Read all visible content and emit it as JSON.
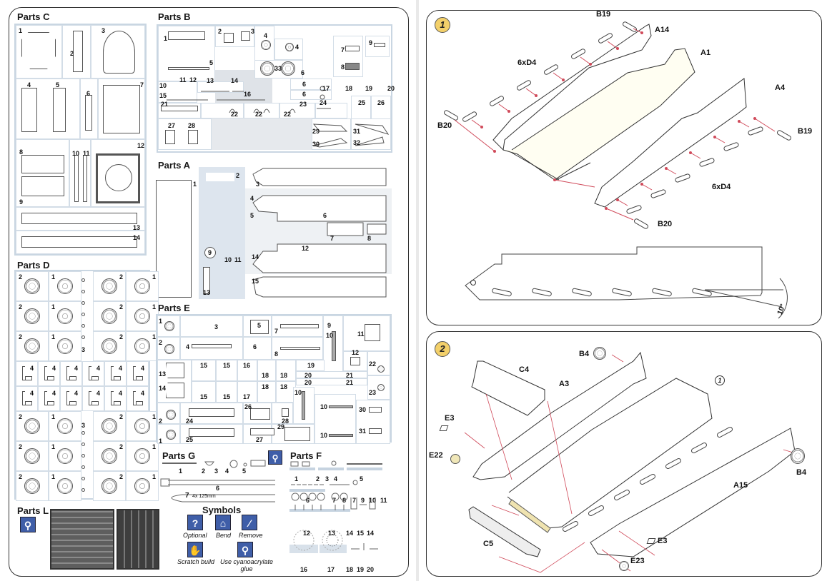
{
  "left_page": {
    "parts_c": {
      "title": "Parts C",
      "numbers": [
        "1",
        "2",
        "3",
        "4",
        "5",
        "6",
        "7",
        "8",
        "9",
        "10",
        "11",
        "12",
        "13",
        "14"
      ]
    },
    "parts_b": {
      "title": "Parts B",
      "numbers": [
        "1",
        "2",
        "3",
        "4",
        "4",
        "5",
        "33",
        "6",
        "6",
        "6",
        "7",
        "8",
        "9",
        "10",
        "11",
        "12",
        "13",
        "14",
        "15",
        "16",
        "17",
        "18",
        "19",
        "20",
        "21",
        "22",
        "22",
        "22",
        "23",
        "24",
        "25",
        "26",
        "27",
        "28",
        "29",
        "30",
        "31",
        "32"
      ]
    },
    "parts_a": {
      "title": "Parts A",
      "numbers": [
        "1",
        "2",
        "3",
        "4",
        "5",
        "6",
        "7",
        "8",
        "9",
        "10",
        "11",
        "12",
        "13",
        "14",
        "15"
      ]
    },
    "parts_d": {
      "title": "Parts D",
      "wheel_rows": [
        [
          "2",
          "1",
          "2",
          "1"
        ],
        [
          "2",
          "1",
          "2",
          "1"
        ],
        [
          "2",
          "1",
          "2",
          "1"
        ],
        [
          "2",
          "1",
          "2",
          "1"
        ],
        [
          "2",
          "1",
          "2",
          "1"
        ],
        [
          "2",
          "1",
          "2",
          "1"
        ]
      ],
      "bracket_label": "4",
      "stud_label": "3"
    },
    "parts_e": {
      "title": "Parts E",
      "numbers": [
        "1",
        "2",
        "3",
        "4",
        "5",
        "6",
        "7",
        "8",
        "9",
        "10",
        "11",
        "12",
        "13",
        "14",
        "15",
        "15",
        "15",
        "15",
        "16",
        "17",
        "18",
        "18",
        "18",
        "18",
        "19",
        "20",
        "20",
        "21",
        "21",
        "22",
        "23",
        "24",
        "25",
        "26",
        "27",
        "28",
        "29",
        "30",
        "31",
        "10",
        "10",
        "10",
        "1",
        "2"
      ]
    },
    "parts_g": {
      "title": "Parts G",
      "numbers": [
        "1",
        "2",
        "3",
        "4",
        "5",
        "6",
        "7"
      ],
      "wire_note": "4x 125mm"
    },
    "parts_f": {
      "title": "Parts F",
      "numbers_row1": [
        "1",
        "2",
        "3",
        "4",
        "5"
      ],
      "numbers_row2": [
        "6",
        "7",
        "8",
        "7",
        "9",
        "10",
        "11"
      ],
      "numbers_row3": [
        "12",
        "13",
        "14",
        "15",
        "14"
      ],
      "numbers_row4": [
        "16",
        "17",
        "18",
        "19",
        "20"
      ]
    },
    "parts_l": {
      "title": "Parts L"
    },
    "symbols": {
      "title": "Symbols",
      "items": [
        {
          "icon": "question-icon",
          "glyph": "?",
          "label": "Optional"
        },
        {
          "icon": "bend-icon",
          "glyph": "⌂",
          "label": "Bend"
        },
        {
          "icon": "drill-icon",
          "glyph": "⁄",
          "label": "Remove"
        },
        {
          "icon": "hand-icon",
          "glyph": "✋",
          "label": "Scratch build"
        },
        {
          "icon": "glue-icon",
          "glyph": "⚲",
          "label": "Use cyanoacrylate glue"
        }
      ]
    }
  },
  "right_page": {
    "step1": {
      "badge": "1",
      "callouts": {
        "b19_top": "B19",
        "a14": "A14",
        "a1": "A1",
        "a4": "A4",
        "d4_left": "6xD4",
        "b19_right": "B19",
        "b20_left": "B20",
        "d4_right": "6xD4",
        "b20_bottom": "B20"
      },
      "angle_label": "10°",
      "arm_count": 6
    },
    "step2": {
      "badge": "2",
      "callouts": {
        "b4_top": "B4",
        "c4": "C4",
        "a3": "A3",
        "e3_left": "E3",
        "e22": "E22",
        "ref_step": "1",
        "b4_right": "B4",
        "a15": "A15",
        "c5": "C5",
        "e3_right": "E3",
        "e23": "E23"
      }
    },
    "accent_color": "#d04a5a",
    "badge_color": "#f3d06a"
  }
}
